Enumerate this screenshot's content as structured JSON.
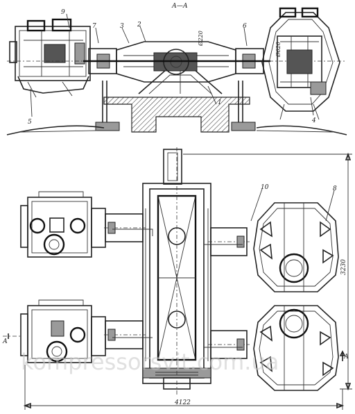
{
  "section_label": "А—А",
  "callouts": {
    "c1": "1",
    "c2": "2",
    "c3": "3",
    "c4": "4",
    "c5": "5",
    "c6": "6",
    "c7": "7",
    "c8": "8",
    "c9": "9",
    "c10": "10"
  },
  "bore_labels": {
    "left_cylinder": "Ø220",
    "right_cylinder": "Ø620"
  },
  "dimensions": {
    "width": "4122",
    "height": "3230"
  },
  "section_marks": {
    "left": "А",
    "right": "А"
  },
  "watermark": "kompressorsvit.com.ua"
}
